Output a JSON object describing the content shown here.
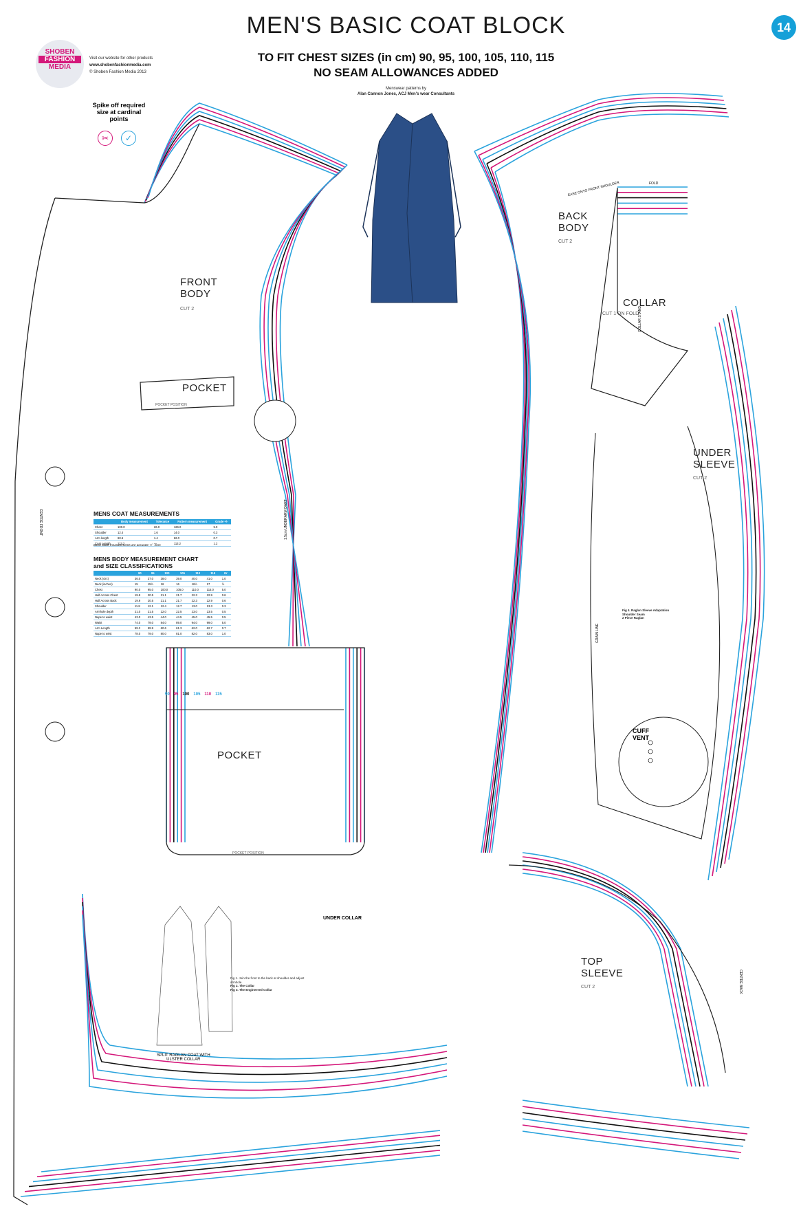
{
  "header": {
    "title": "MEN'S BASIC COAT BLOCK",
    "subtitle_line1": "TO FIT CHEST SIZES (in cm) 90, 95, 100, 105, 110, 115",
    "subtitle_line2": "NO SEAM ALLOWANCES ADDED",
    "credit_line1": "Menswear patterns by",
    "credit_line2": "Alan Cannon Jones, ACJ Men's wear Consultants",
    "sheet_number": "14"
  },
  "brand": {
    "logo_words": [
      "SHOBEN",
      "FASHION",
      "MEDIA"
    ],
    "visit_text": "Visit our website for other products",
    "website": "www.shobenfashionmedia.com",
    "copyright": "© Shoben Fashion Media 2013",
    "brand_pink": "#d4177a",
    "brand_blue": "#2aa3dd"
  },
  "instruction": {
    "text": "Spike off required size at cardinal points",
    "icons": [
      "scissors-crossed-icon",
      "tracing-wheel-check-icon"
    ]
  },
  "pieces": [
    {
      "id": "front",
      "title": "FRONT\nBODY",
      "cut": "CUT 2"
    },
    {
      "id": "back",
      "title": "BACK\nBODY",
      "cut": "CUT 2"
    },
    {
      "id": "collar",
      "title": "COLLAR",
      "cut": "CUT 1 ON FOLD"
    },
    {
      "id": "under",
      "title": "UNDER\nSLEEVE",
      "cut": "CUT 2"
    },
    {
      "id": "top",
      "title": "TOP\nSLEEVE",
      "cut": "CUT 2"
    },
    {
      "id": "pocket_flap",
      "title": "POCKET",
      "cut": "POCKET POSITION"
    },
    {
      "id": "pocket_bag",
      "title": "POCKET",
      "cut": "POCKET POSITION"
    }
  ],
  "annotations": {
    "centre_front": "CENTRE FRONT",
    "centre_back": "CENTRE BACK",
    "collar_stand": "COLLAR STAND",
    "fold": "FOLD",
    "grain_line": "GRAIN LINE",
    "ease_front_shoulder": "EASE ONTO FRONT SHOULDER",
    "underarm_dart": "1.5cm UNDERARM DART",
    "cuff_vent": "CUFF\nVENT",
    "raglan_coat": "SPLIT RAGLAN COAT WITH\nULSTER COLLAR",
    "under_collar": "UNDER COLLAR"
  },
  "sizes": [
    "90",
    "95",
    "100",
    "105",
    "110",
    "115"
  ],
  "size_colors": [
    "#2aa3dd",
    "#d4177a",
    "#111111",
    "#2aa3dd",
    "#d4177a",
    "#2aa3dd"
  ],
  "coat_measurements": {
    "title": "MENS COAT MEASUREMENTS",
    "headers": [
      "",
      "Body measurement",
      "Tolerance",
      "Pattern measurement",
      "Grade +/-"
    ],
    "rows": [
      [
        "Chest",
        "100.0",
        "26.0",
        "126.0",
        "5.0"
      ],
      [
        "Shoulder",
        "12.4",
        "1.6",
        "14.0",
        "0.3"
      ],
      [
        "Arm length",
        "60.6",
        "1.4",
        "62.0",
        "0.7"
      ],
      [
        "Coat Length",
        "113.2",
        "—",
        "113.2",
        "1.2"
      ]
    ],
    "note": "Basic block measurements are accurate +/- .5cm"
  },
  "body_chart": {
    "title": "MENS BODY MEASUREMENT CHART\nand SIZE CLASSIFICATIONS",
    "headers": [
      "",
      "90",
      "95",
      "100",
      "105",
      "110",
      "115",
      "Gr"
    ],
    "rows": [
      [
        "Neck (circ)",
        "36.0",
        "37.0",
        "38.0",
        "39.0",
        "40.0",
        "41.0",
        "1.0"
      ],
      [
        "Neck (inches)",
        "15",
        "15½",
        "16",
        "16",
        "16½",
        "17",
        "½"
      ],
      [
        "Chest",
        "90.0",
        "95.0",
        "100.0",
        "105.0",
        "110.0",
        "115.0",
        "5.0"
      ],
      [
        "Half Across Chest",
        "19.9",
        "20.5",
        "21.1",
        "21.7",
        "22.3",
        "22.9",
        "0.6"
      ],
      [
        "Half Across Back",
        "19.9",
        "20.5",
        "21.1",
        "21.7",
        "22.3",
        "22.9",
        "0.6"
      ],
      [
        "Shoulder",
        "11.8",
        "12.1",
        "12.4",
        "12.7",
        "13.0",
        "13.3",
        "0.3"
      ],
      [
        "Armhole depth",
        "21.0",
        "21.5",
        "22.0",
        "22.5",
        "23.0",
        "23.5",
        "0.5"
      ],
      [
        "Nape to waist",
        "43.0",
        "43.5",
        "44.0",
        "44.5",
        "45.0",
        "45.5",
        "0.5"
      ],
      [
        "Waist",
        "74.0",
        "79.0",
        "84.0",
        "89.0",
        "94.0",
        "99.0",
        "5.0"
      ],
      [
        "Arm Length",
        "59.2",
        "59.9",
        "60.6",
        "61.3",
        "62.0",
        "62.7",
        "0.7"
      ],
      [
        "Nape to wrist",
        "78.0",
        "79.0",
        "80.0",
        "81.0",
        "82.0",
        "83.0",
        "1.0"
      ]
    ]
  },
  "fig_notes": {
    "fig1": "Fig 1. Join the front to the back at shoulder and adjust armhole.",
    "fig2": "Fig 2. The Collar",
    "fig3": "Fig 3. The Engineered Collar",
    "fig4": "Fig 4. Raglan Sleeve Adaptation",
    "shoulder_seam": "Shoulder Seam",
    "two_piece": "2 Piece Raglan"
  }
}
